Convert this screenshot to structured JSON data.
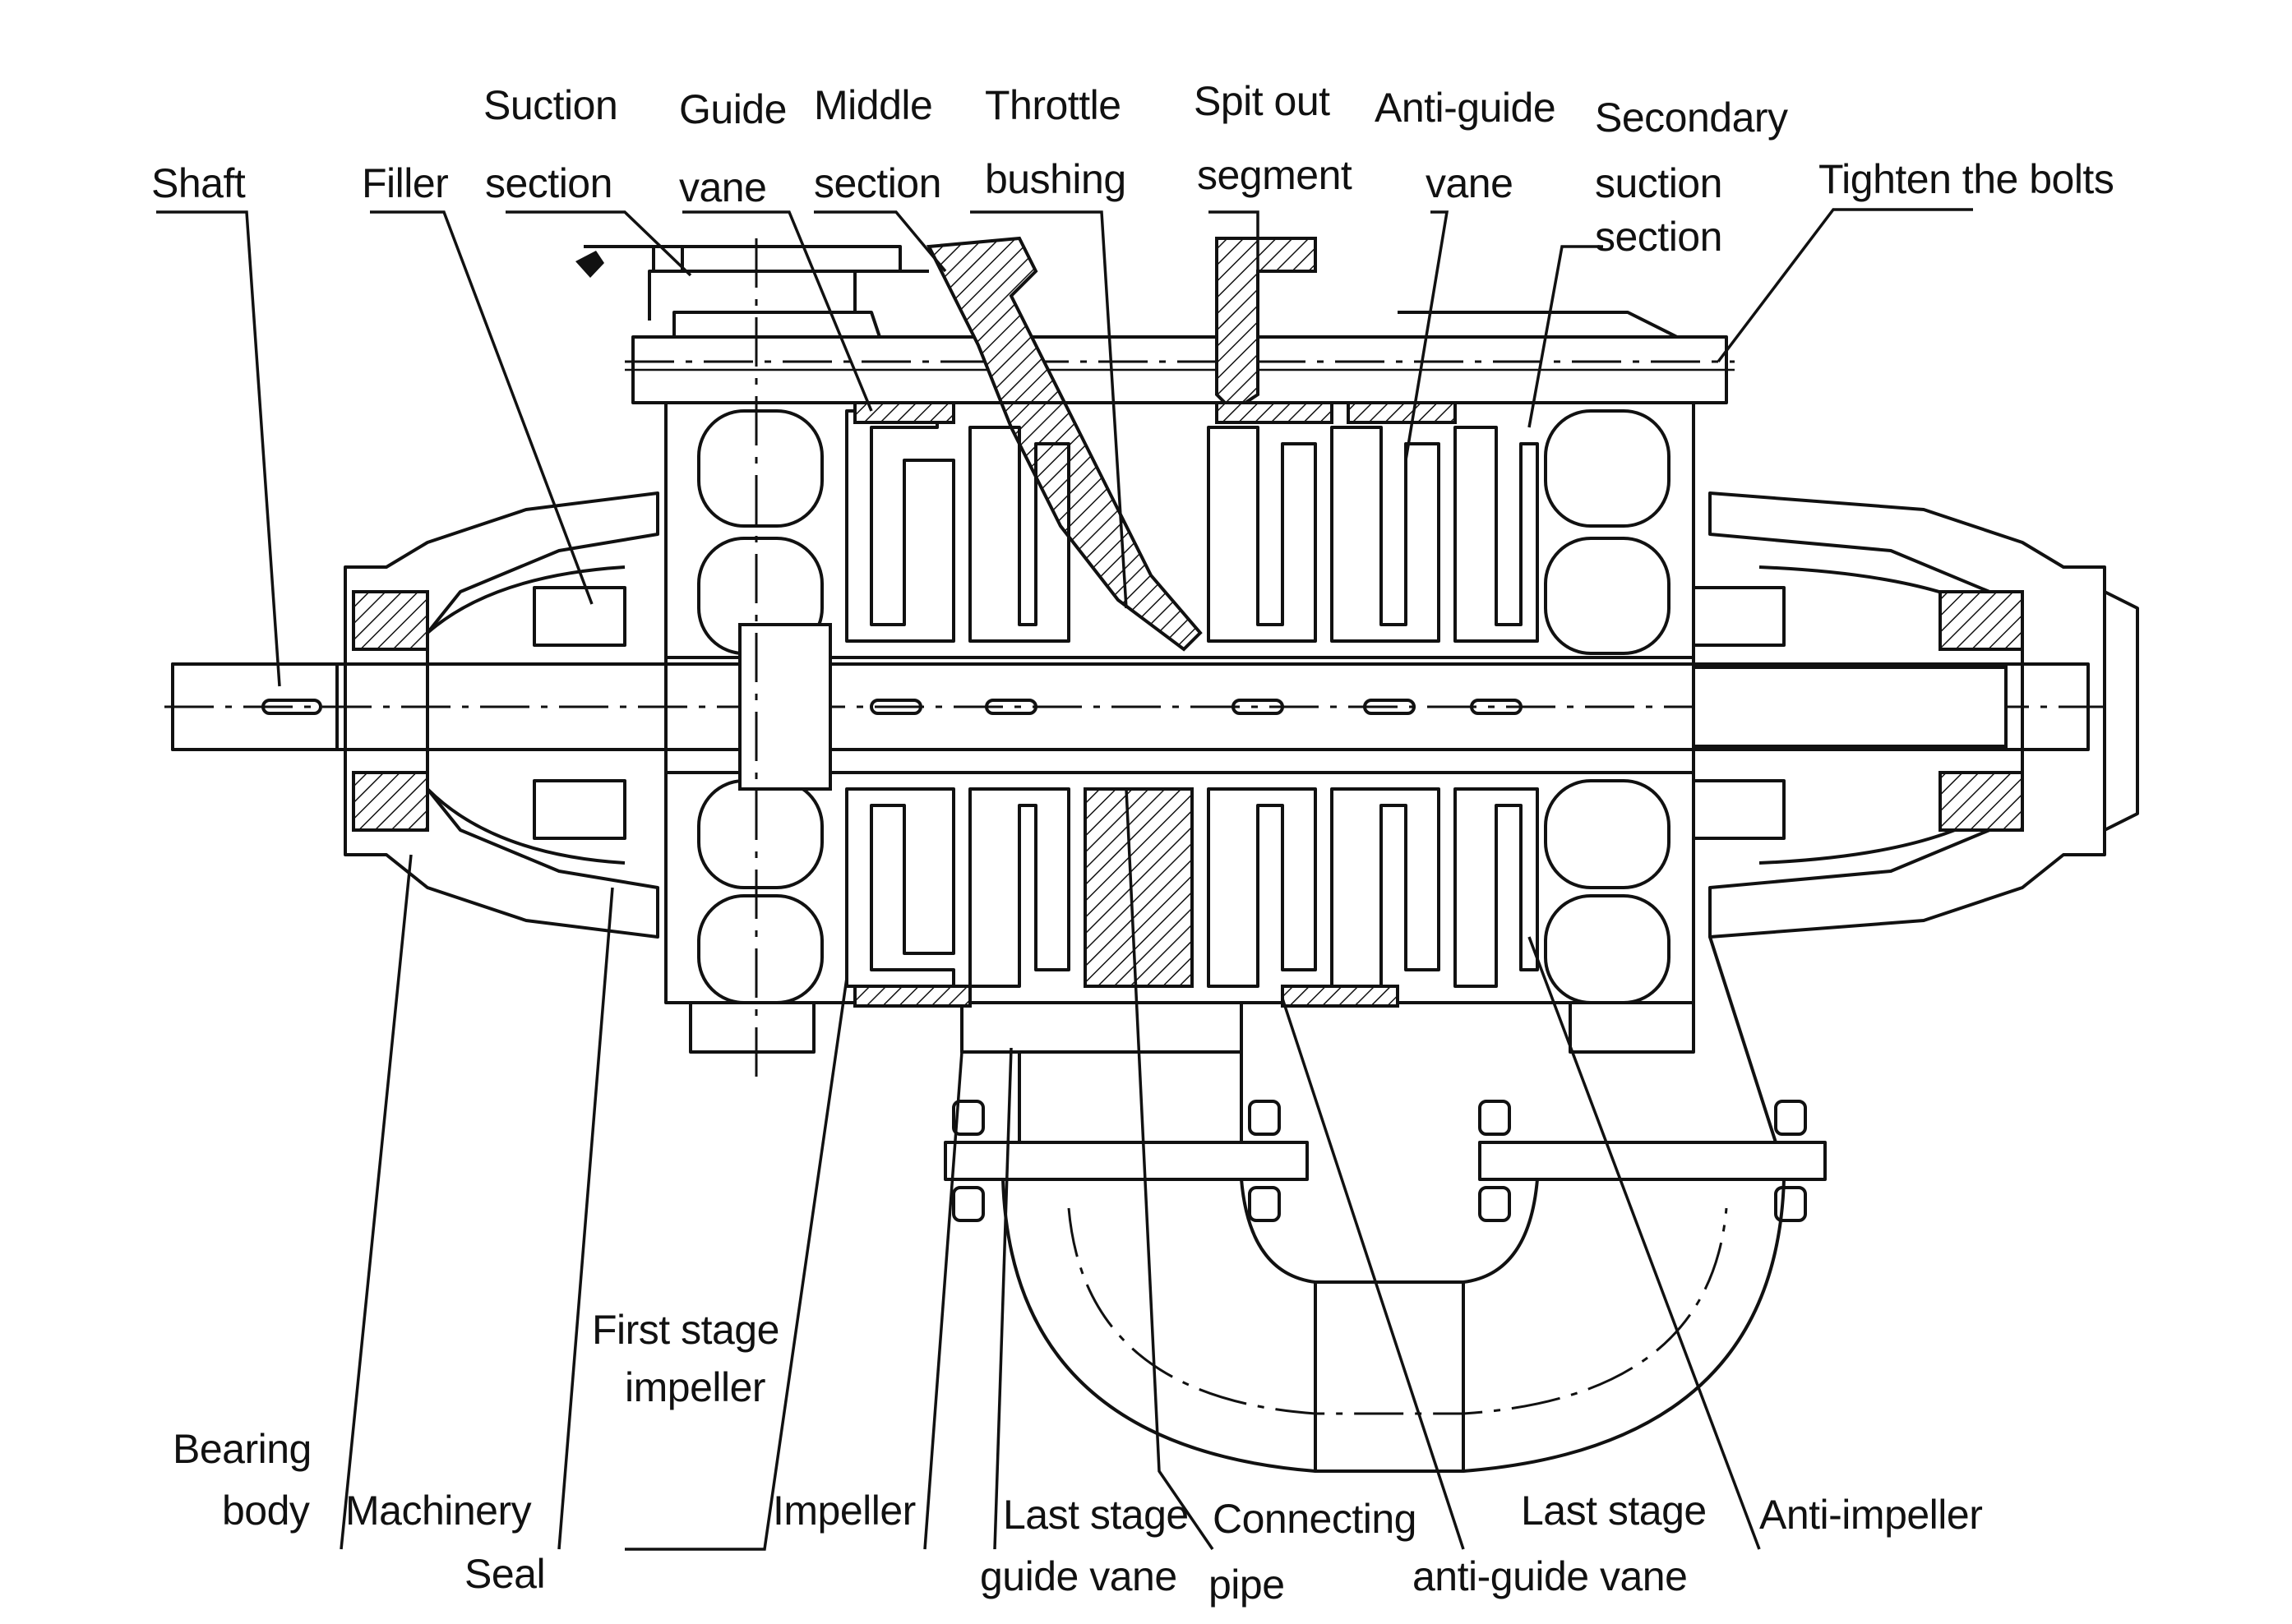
{
  "diagram": {
    "labels": {
      "shaft": "Shaft",
      "filler": "Filler",
      "suction_section_1": "Suction",
      "suction_section_2": "section",
      "guide_vane_1": "Guide",
      "guide_vane_2": "vane",
      "middle_section_1": "Middle",
      "middle_section_2": "section",
      "throttle_bushing_1": "Throttle",
      "throttle_bushing_2": "bushing",
      "spit_out_segment_1": "Spit out",
      "spit_out_segment_2": "segment",
      "anti_guide_vane_1": "Anti-guide",
      "anti_guide_vane_2": "vane",
      "secondary_suction_1": "Secondary",
      "secondary_suction_2": "suction",
      "secondary_suction_3": "section",
      "tighten_bolts": "Tighten the bolts",
      "bearing_body_1": "Bearing",
      "bearing_body_2": "body",
      "machinery_seal_1": "Machinery",
      "machinery_seal_2": "Seal",
      "first_stage_impeller_1": "First stage",
      "first_stage_impeller_2": "impeller",
      "impeller": "Impeller",
      "last_stage_guide_vane_1": "Last stage",
      "last_stage_guide_vane_2": "guide vane",
      "connecting_pipe_1": "Connecting",
      "connecting_pipe_2": "pipe",
      "last_stage_anti_guide_vane_1": "Last stage",
      "last_stage_anti_guide_vane_2": "anti-guide vane",
      "anti_impeller": "Anti-impeller"
    },
    "line_color": "#111111",
    "background": "#ffffff"
  }
}
